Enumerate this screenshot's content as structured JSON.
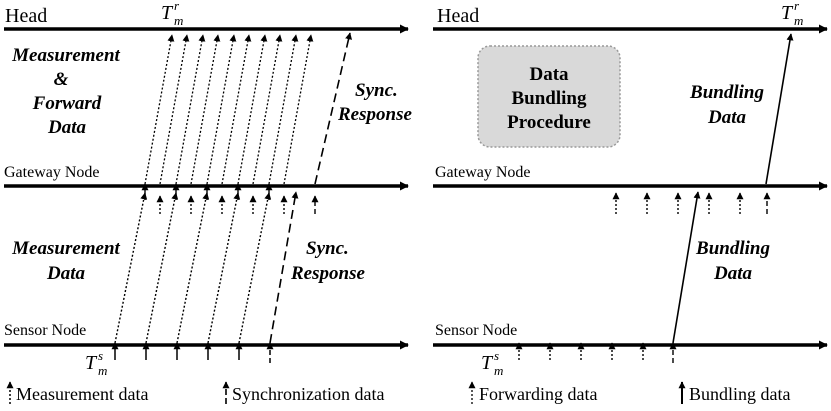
{
  "left_panel": {
    "head_label": "Head",
    "gateway_label": "Gateway Node",
    "sensor_label": "Sensor Node",
    "t_head": {
      "main": "T",
      "sup": "r",
      "sub": "m"
    },
    "t_sensor": {
      "main": "T",
      "sup": "s",
      "sub": "m"
    },
    "measure_forward_text": [
      "Measurement",
      "&",
      "Forward",
      "Data"
    ],
    "sync_response_upper": [
      "Sync.",
      "Response"
    ],
    "measurement_data_text": [
      "Measurement",
      "Data"
    ],
    "sync_response_lower": [
      "Sync.",
      "Response"
    ]
  },
  "right_panel": {
    "head_label": "Head",
    "gateway_label": "Gateway Node",
    "sensor_label": "Sensor Node",
    "t_head": {
      "main": "T",
      "sup": "r",
      "sub": "m"
    },
    "t_sensor": {
      "main": "T",
      "sup": "s",
      "sub": "m"
    },
    "procedure_box": [
      "Data",
      "Bundling",
      "Procedure"
    ],
    "bundling_upper": [
      "Bundling",
      "Data"
    ],
    "bundling_lower": [
      "Bundling",
      "Data"
    ]
  },
  "legend": {
    "measurement": "Measurement data",
    "synchronization": "Synchronization data",
    "forwarding": "Forwarding data",
    "bundling": "Bundling data"
  },
  "colors": {
    "line": "#000000",
    "procedure_fill": "#d9d9d9",
    "procedure_border": "#999999"
  }
}
